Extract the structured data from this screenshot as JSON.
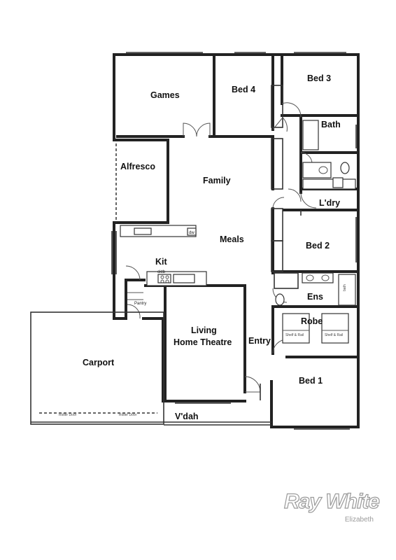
{
  "rooms": {
    "games": "Games",
    "bed4": "Bed 4",
    "bed3": "Bed 3",
    "bath": "Bath",
    "alfresco": "Alfresco",
    "family": "Family",
    "laundry": "L'dry",
    "meals": "Meals",
    "bed2": "Bed 2",
    "kit": "Kit",
    "ens": "Ens",
    "robe": "Robe",
    "living": "Living",
    "home_theatre": "Home Theatre",
    "entry": "Entry",
    "carport": "Carport",
    "bed1": "Bed 1",
    "vdah": "V'dah"
  },
  "annotations": {
    "pantry": "Pantry",
    "dw": "dw",
    "cktb": "cktb",
    "shelf_rail": "Shelf & Rail",
    "roller_door": "Roller Door",
    "bath_fixture": "bath"
  },
  "branding": {
    "company": "Ray White",
    "office": "Elizabeth"
  }
}
